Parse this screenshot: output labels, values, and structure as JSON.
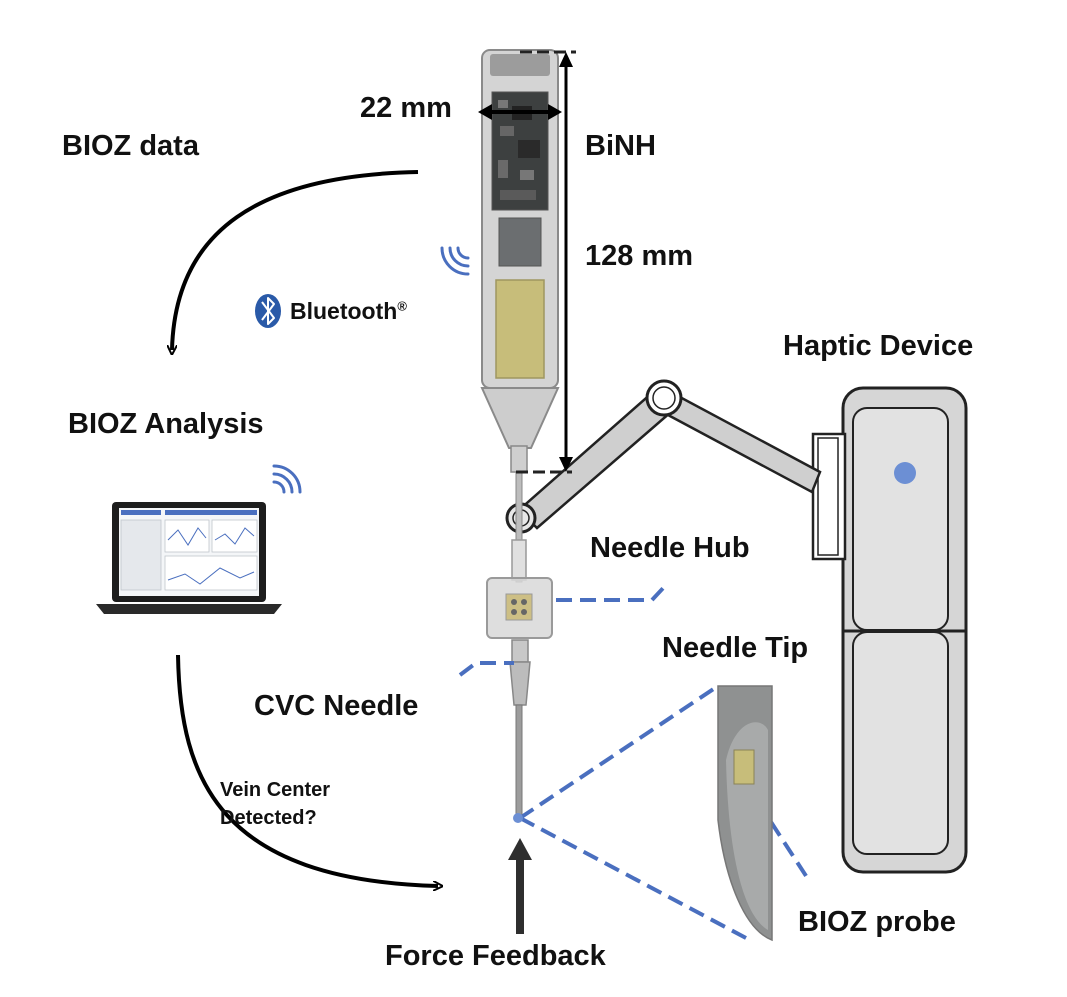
{
  "labels": {
    "biozData": "BIOZ data",
    "width": "22 mm",
    "binh": "BiNH",
    "length": "128 mm",
    "bluetooth": "Bluetooth",
    "bluetoothMark": "®",
    "hapticDevice": "Haptic Device",
    "biozAnalysis": "BIOZ Analysis",
    "needleHub": "Needle Hub",
    "needleTip": "Needle Tip",
    "cvcNeedle": "CVC Needle",
    "veinCenterLine1": "Vein Center",
    "veinCenterLine2": "Detected?",
    "biozProbe": "BIOZ probe",
    "forceFeedback": "Force Feedback"
  },
  "colors": {
    "accent": "#4a6fbf",
    "bluetooth": "#2a5aa8",
    "device_fill": "#d9d9d9",
    "arm_fill": "#cfcfcf",
    "sensor_pad": "#c7bd7a",
    "outline": "#222222",
    "probe_dot": "#6c8fd4"
  },
  "icons": {
    "bluetooth": "bluetooth-icon",
    "wireless_device": "wireless-signal-icon",
    "wireless_laptop": "wireless-signal-icon",
    "laptop": "laptop-icon"
  }
}
